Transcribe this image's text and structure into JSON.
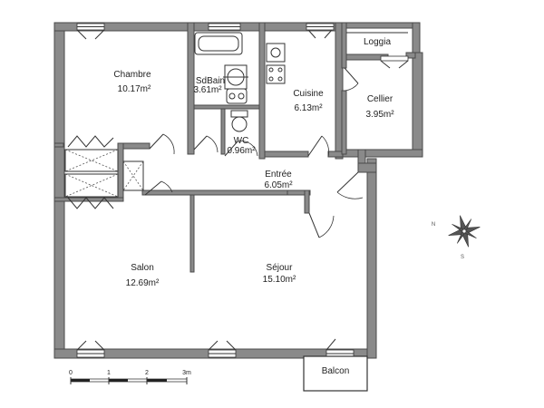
{
  "rooms": [
    {
      "id": "chambre",
      "name": "Chambre",
      "area": "10.17m²"
    },
    {
      "id": "sdbain",
      "name": "SdBain",
      "area": "3.61m²"
    },
    {
      "id": "cuisine",
      "name": "Cuisine",
      "area": "6.13m²"
    },
    {
      "id": "loggia",
      "name": "Loggia",
      "area": ""
    },
    {
      "id": "cellier",
      "name": "Cellier",
      "area": "3.95m²"
    },
    {
      "id": "wc",
      "name": "WC",
      "area": "0.96m²"
    },
    {
      "id": "entree",
      "name": "Entrée",
      "area": "6.05m²"
    },
    {
      "id": "salon",
      "name": "Salon",
      "area": "12.69m²"
    },
    {
      "id": "sejour",
      "name": "Séjour",
      "area": "15.10m²"
    },
    {
      "id": "balcon",
      "name": "Balcon",
      "area": ""
    }
  ],
  "scale": {
    "ticks": [
      "0",
      "1",
      "2",
      "3m"
    ]
  },
  "compass": {
    "letters": [
      "N",
      "S"
    ]
  }
}
